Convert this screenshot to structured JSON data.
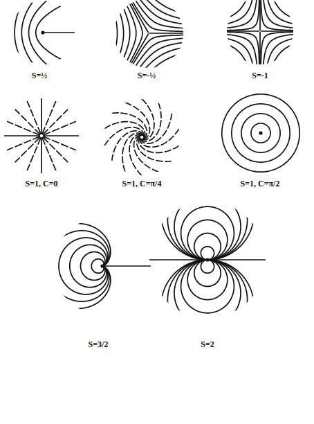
{
  "diagram": {
    "labels": [
      "S=½",
      "S=-½",
      "S=-1",
      "S=1, C=0",
      "S=1, C=π/4",
      "S=1, C=π/2",
      "S=3/2",
      "S=2"
    ]
  }
}
